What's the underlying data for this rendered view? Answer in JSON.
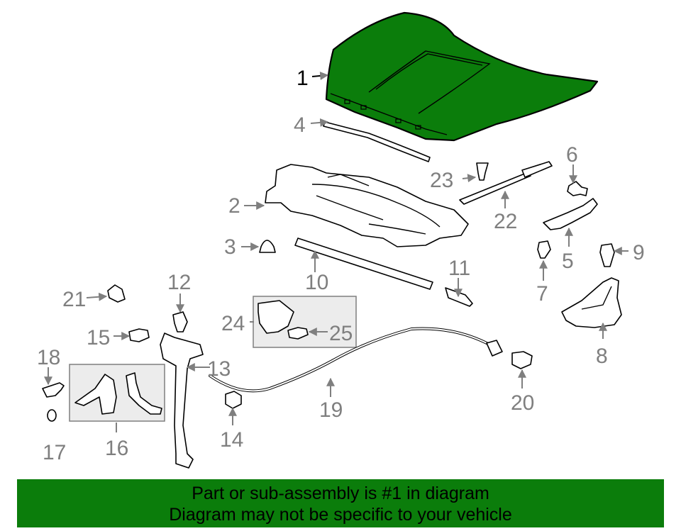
{
  "colors": {
    "highlight": "#0b7d0b",
    "label": "#7f7f7f",
    "outline": "#000000"
  },
  "callouts": {
    "c1": "1",
    "c2": "2",
    "c3": "3",
    "c4": "4",
    "c5": "5",
    "c6": "6",
    "c7": "7",
    "c8": "8",
    "c9": "9",
    "c10": "10",
    "c11": "11",
    "c12": "12",
    "c13": "13",
    "c14": "14",
    "c15": "15",
    "c16": "16",
    "c17": "17",
    "c18": "18",
    "c19": "19",
    "c20": "20",
    "c21": "21",
    "c22": "22",
    "c23": "23",
    "c24": "24",
    "c25": "25"
  },
  "banner": {
    "line1": "Part or sub-assembly is #1 in diagram",
    "line2": "Diagram may not be specific to your vehicle"
  }
}
